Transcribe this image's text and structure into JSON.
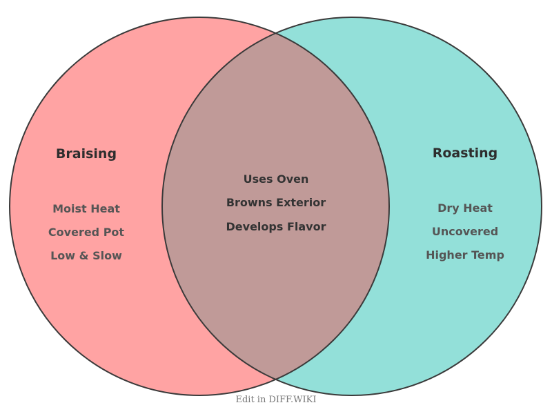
{
  "diagram": {
    "type": "venn",
    "left": {
      "title": "Braising",
      "color": "#ffa3a3",
      "items": [
        "Moist Heat",
        "Covered Pot",
        "Low & Slow"
      ]
    },
    "right": {
      "title": "Roasting",
      "color": "#93e0d9",
      "items": [
        "Dry Heat",
        "Uncovered",
        "Higher Temp"
      ]
    },
    "intersection": {
      "color": "#c09a98",
      "items": [
        "Uses Oven",
        "Browns Exterior",
        "Develops Flavor"
      ]
    }
  },
  "footer": {
    "link_label": "Edit in DIFF.WIKI"
  }
}
